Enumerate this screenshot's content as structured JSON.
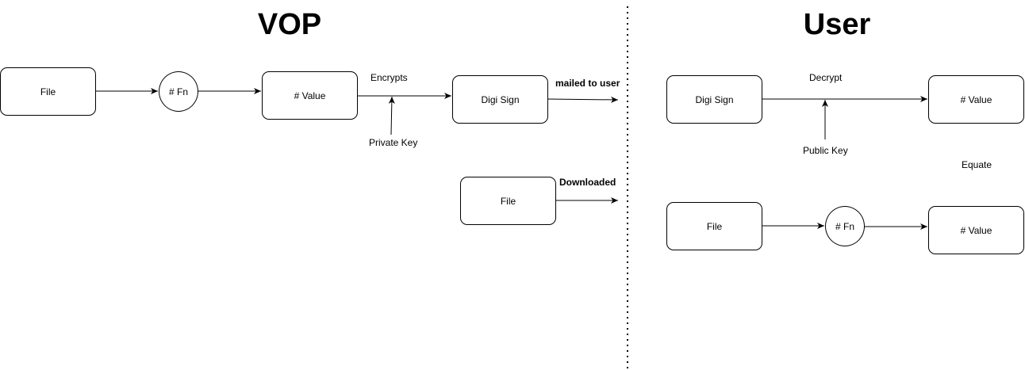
{
  "titles": {
    "left": "VOP",
    "right": "User"
  },
  "vop": {
    "file": "File",
    "fn": "# Fn",
    "value": "# Value",
    "encrypts": "Encrypts",
    "private_key": "Private Key",
    "digi_sign": "Digi Sign",
    "mailed": "mailed to user",
    "file2": "File",
    "downloaded": "Downloaded"
  },
  "user": {
    "digi_sign": "Digi Sign",
    "decrypt": "Decrypt",
    "value": "# Value",
    "public_key": "Public Key",
    "equate": "Equate",
    "file": "File",
    "fn": "# Fn",
    "value2": "# Value"
  }
}
